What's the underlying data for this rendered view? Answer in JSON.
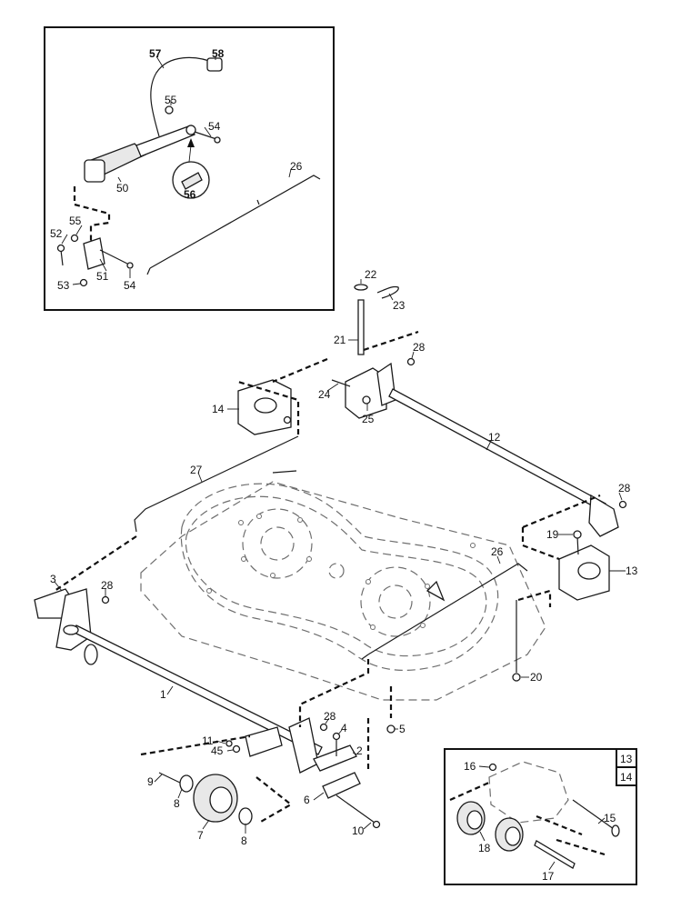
{
  "labels": {
    "p57": "57",
    "p58": "58",
    "p55a": "55",
    "p54a": "54",
    "p56": "56",
    "p50": "50",
    "p26a": "26",
    "p52": "52",
    "p55b": "55",
    "p51": "51",
    "p53": "53",
    "p54b": "54",
    "p22": "22",
    "p23": "23",
    "p21": "21",
    "p28a": "28",
    "p24": "24",
    "p25": "25",
    "p14": "14",
    "p12": "12",
    "p27": "27",
    "p28b": "28",
    "p19": "19",
    "p26b": "26",
    "p13": "13",
    "p3": "3",
    "p28c": "28",
    "p20": "20",
    "p1": "1",
    "p28d": "28",
    "p4": "4",
    "p5": "5",
    "p11": "11",
    "p45": "45",
    "p2": "2",
    "p9": "9",
    "p8a": "8",
    "p7": "7",
    "p8b": "8",
    "p6": "6",
    "p10": "10",
    "p16": "16",
    "box13": "13",
    "box14": "14",
    "p15": "15",
    "p18": "18",
    "p17": "17"
  },
  "colors": {
    "ink": "#1a1a1a",
    "deck": "#6e6e6e"
  }
}
